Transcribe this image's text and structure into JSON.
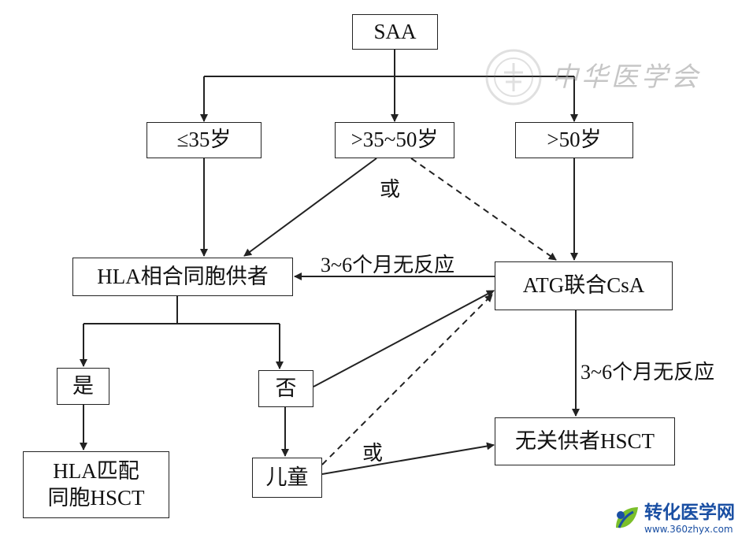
{
  "nodes": {
    "saa": "SAA",
    "age_le35": "≤35岁",
    "age_35_50": ">35~50岁",
    "age_gt50": ">50岁",
    "hla_donor": "HLA相合同胞供者",
    "atg_csa": "ATG联合CsA",
    "yes": "是",
    "no": "否",
    "hla_hsct_line1": "HLA匹配",
    "hla_hsct_line2": "同胞HSCT",
    "child": "儿童",
    "unrelated_hsct": "无关供者HSCT"
  },
  "labels": {
    "or_top": "或",
    "or_bottom": "或",
    "no_response_left": "3~6个月无反应",
    "no_response_right": "3~6个月无反应"
  },
  "watermark": {
    "text": "中华医学会"
  },
  "logo": {
    "name": "转化医学网",
    "url": "www.360zhyx.com"
  }
}
